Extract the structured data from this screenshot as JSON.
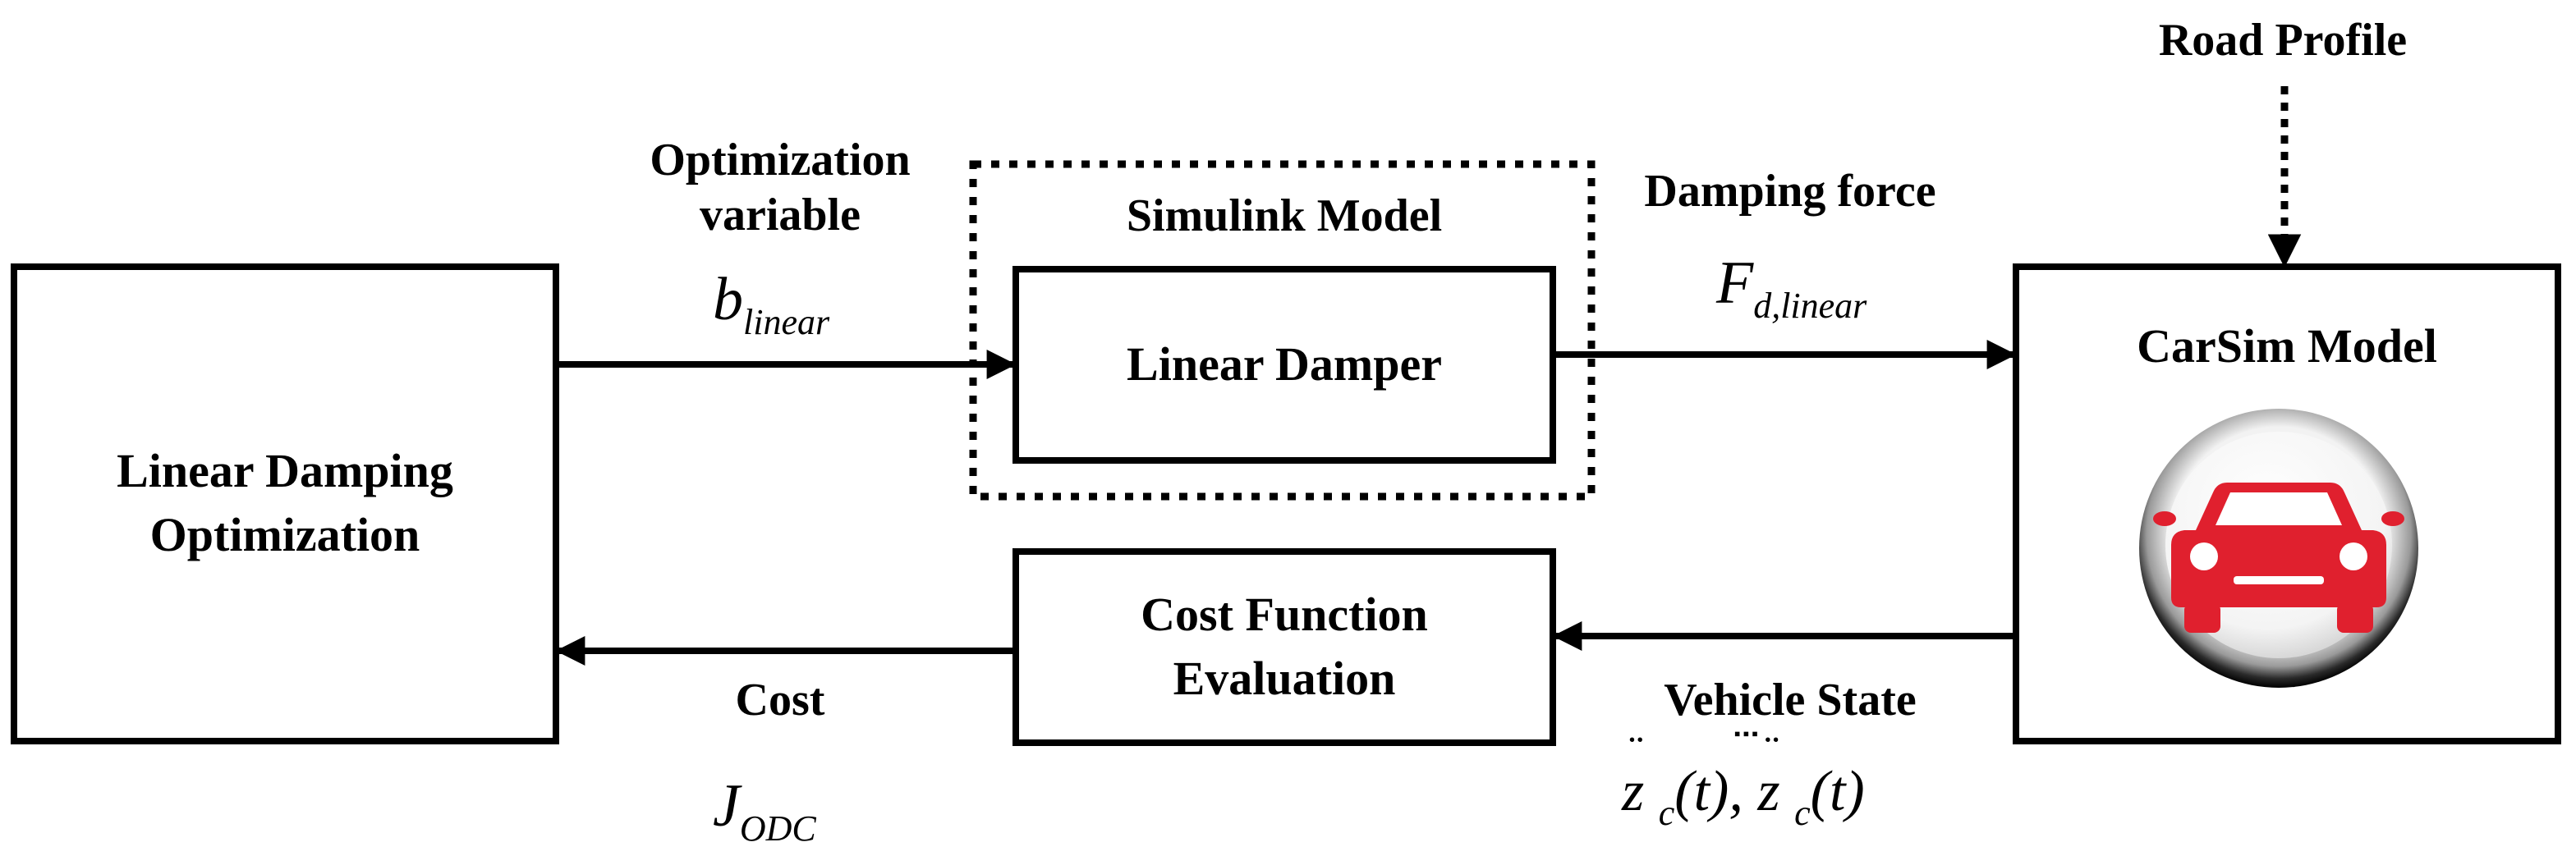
{
  "blocks": {
    "optimizer": {
      "line1": "Linear Damping",
      "line2": "Optimization"
    },
    "damper": "Linear Damper",
    "simulink_label": "Simulink  Model",
    "cost_fn": {
      "line1": "Cost Function",
      "line2": "Evaluation"
    },
    "carsim": "CarSim Model"
  },
  "signals": {
    "opt_var": {
      "line1": "Optimization",
      "line2": "variable",
      "symbol": "b",
      "subscript": "linear"
    },
    "damping_force": {
      "label": "Damping force",
      "symbol": "F",
      "subscript": "d,linear"
    },
    "vehicle_state": {
      "label": "Vehicle  State",
      "expr_base": "z",
      "expr_sub": "c",
      "expr_arg": "(t)",
      "separator": ", "
    },
    "cost": {
      "label": "Cost",
      "symbol": "J",
      "subscript": "ODC"
    },
    "road_profile": "Road Profile"
  },
  "icons": {
    "car": "car-icon",
    "car_color": "#e0202e"
  }
}
